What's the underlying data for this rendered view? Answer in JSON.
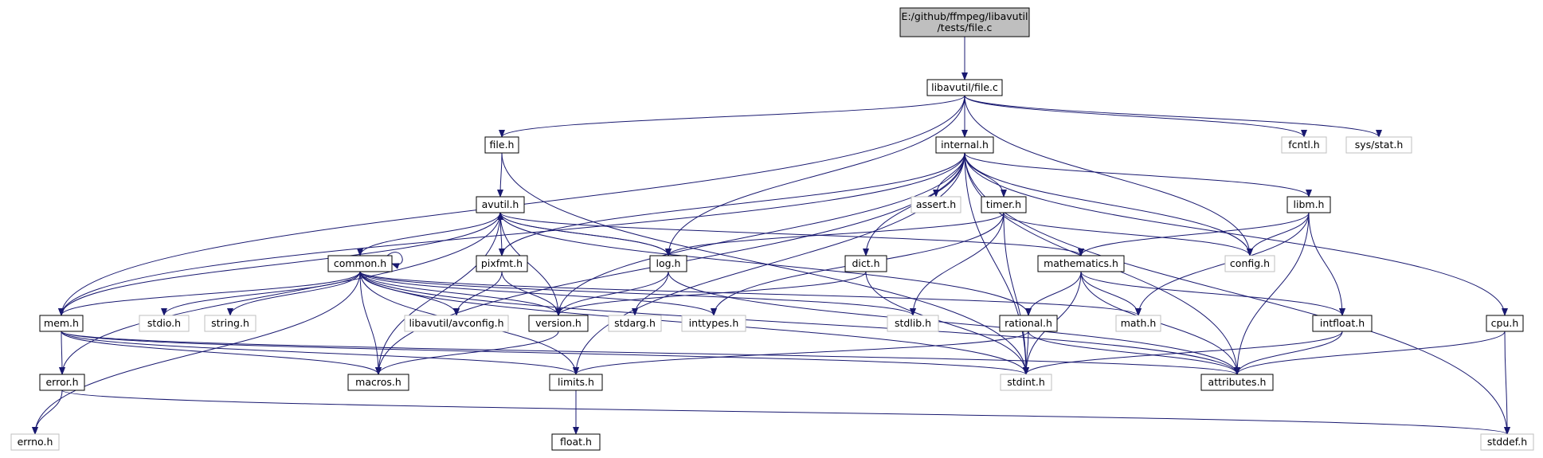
{
  "nodes": [
    {
      "id": "root",
      "label": "E:/github/ffmpeg/libavutil\n/tests/file.c",
      "style": "root"
    },
    {
      "id": "libavutil_file_c",
      "label": "libavutil/file.c",
      "style": "doc"
    },
    {
      "id": "file_h",
      "label": "file.h",
      "style": "doc"
    },
    {
      "id": "internal_h",
      "label": "internal.h",
      "style": "doc"
    },
    {
      "id": "fcntl_h",
      "label": "fcntl.h",
      "style": "sys"
    },
    {
      "id": "sys_stat_h",
      "label": "sys/stat.h",
      "style": "sys"
    },
    {
      "id": "avutil_h",
      "label": "avutil.h",
      "style": "doc"
    },
    {
      "id": "assert_h",
      "label": "assert.h",
      "style": "sys"
    },
    {
      "id": "timer_h",
      "label": "timer.h",
      "style": "doc"
    },
    {
      "id": "libm_h",
      "label": "libm.h",
      "style": "doc"
    },
    {
      "id": "common_h",
      "label": "common.h",
      "style": "doc"
    },
    {
      "id": "pixfmt_h",
      "label": "pixfmt.h",
      "style": "doc"
    },
    {
      "id": "log_h",
      "label": "log.h",
      "style": "doc"
    },
    {
      "id": "dict_h",
      "label": "dict.h",
      "style": "doc"
    },
    {
      "id": "mathematics_h",
      "label": "mathematics.h",
      "style": "doc"
    },
    {
      "id": "config_h",
      "label": "config.h",
      "style": "sys"
    },
    {
      "id": "mem_h",
      "label": "mem.h",
      "style": "doc"
    },
    {
      "id": "stdio_h",
      "label": "stdio.h",
      "style": "sys"
    },
    {
      "id": "string_h",
      "label": "string.h",
      "style": "sys"
    },
    {
      "id": "avconfig_h",
      "label": "libavutil/avconfig.h",
      "style": "sys"
    },
    {
      "id": "version_h",
      "label": "version.h",
      "style": "doc"
    },
    {
      "id": "stdarg_h",
      "label": "stdarg.h",
      "style": "sys"
    },
    {
      "id": "inttypes_h",
      "label": "inttypes.h",
      "style": "sys"
    },
    {
      "id": "stdlib_h",
      "label": "stdlib.h",
      "style": "sys"
    },
    {
      "id": "rational_h",
      "label": "rational.h",
      "style": "doc"
    },
    {
      "id": "math_h",
      "label": "math.h",
      "style": "sys"
    },
    {
      "id": "intfloat_h",
      "label": "intfloat.h",
      "style": "doc"
    },
    {
      "id": "cpu_h",
      "label": "cpu.h",
      "style": "doc"
    },
    {
      "id": "error_h",
      "label": "error.h",
      "style": "doc"
    },
    {
      "id": "macros_h",
      "label": "macros.h",
      "style": "doc"
    },
    {
      "id": "limits_h",
      "label": "limits.h",
      "style": "doc"
    },
    {
      "id": "stdint_h",
      "label": "stdint.h",
      "style": "sys"
    },
    {
      "id": "attributes_h",
      "label": "attributes.h",
      "style": "doc"
    },
    {
      "id": "errno_h",
      "label": "errno.h",
      "style": "sys"
    },
    {
      "id": "float_h",
      "label": "float.h",
      "style": "doc"
    },
    {
      "id": "stddef_h",
      "label": "stddef.h",
      "style": "sys"
    }
  ],
  "edges": [
    [
      "root",
      "libavutil_file_c"
    ],
    [
      "libavutil_file_c",
      "file_h"
    ],
    [
      "libavutil_file_c",
      "internal_h"
    ],
    [
      "libavutil_file_c",
      "fcntl_h"
    ],
    [
      "libavutil_file_c",
      "sys_stat_h"
    ],
    [
      "libavutil_file_c",
      "mem_h"
    ],
    [
      "libavutil_file_c",
      "log_h"
    ],
    [
      "libavutil_file_c",
      "config_h"
    ],
    [
      "file_h",
      "avutil_h"
    ],
    [
      "file_h",
      "stdint_h"
    ],
    [
      "internal_h",
      "assert_h"
    ],
    [
      "internal_h",
      "timer_h"
    ],
    [
      "internal_h",
      "libm_h"
    ],
    [
      "internal_h",
      "dict_h"
    ],
    [
      "internal_h",
      "pixfmt_h"
    ],
    [
      "internal_h",
      "version_h"
    ],
    [
      "internal_h",
      "mem_h"
    ],
    [
      "internal_h",
      "config_h"
    ],
    [
      "internal_h",
      "cpu_h"
    ],
    [
      "internal_h",
      "attributes_h"
    ],
    [
      "internal_h",
      "stddef_h"
    ],
    [
      "internal_h",
      "limits_h"
    ],
    [
      "internal_h",
      "stdint_h"
    ],
    [
      "internal_h",
      "macros_h"
    ],
    [
      "avutil_h",
      "common_h"
    ],
    [
      "avutil_h",
      "pixfmt_h"
    ],
    [
      "avutil_h",
      "log_h"
    ],
    [
      "avutil_h",
      "version_h"
    ],
    [
      "avutil_h",
      "mathematics_h"
    ],
    [
      "avutil_h",
      "rational_h"
    ],
    [
      "avutil_h",
      "error_h"
    ],
    [
      "avutil_h",
      "macros_h"
    ],
    [
      "avutil_h",
      "mem_h"
    ],
    [
      "common_h",
      "common_h"
    ],
    [
      "common_h",
      "mem_h"
    ],
    [
      "common_h",
      "stdio_h"
    ],
    [
      "common_h",
      "string_h"
    ],
    [
      "common_h",
      "avconfig_h"
    ],
    [
      "common_h",
      "version_h"
    ],
    [
      "common_h",
      "inttypes_h"
    ],
    [
      "common_h",
      "stdlib_h"
    ],
    [
      "common_h",
      "math_h"
    ],
    [
      "common_h",
      "attributes_h"
    ],
    [
      "common_h",
      "macros_h"
    ],
    [
      "common_h",
      "limits_h"
    ],
    [
      "common_h",
      "stdint_h"
    ],
    [
      "common_h",
      "errno_h"
    ],
    [
      "pixfmt_h",
      "avconfig_h"
    ],
    [
      "pixfmt_h",
      "version_h"
    ],
    [
      "log_h",
      "avutil_h"
    ],
    [
      "log_h",
      "version_h"
    ],
    [
      "log_h",
      "stdarg_h"
    ],
    [
      "log_h",
      "attributes_h"
    ],
    [
      "timer_h",
      "log_h"
    ],
    [
      "timer_h",
      "config_h"
    ],
    [
      "timer_h",
      "inttypes_h"
    ],
    [
      "timer_h",
      "stdlib_h"
    ],
    [
      "timer_h",
      "stdint_h"
    ],
    [
      "dict_h",
      "version_h"
    ],
    [
      "dict_h",
      "stdint_h"
    ],
    [
      "libm_h",
      "mathematics_h"
    ],
    [
      "libm_h",
      "config_h"
    ],
    [
      "libm_h",
      "math_h"
    ],
    [
      "libm_h",
      "intfloat_h"
    ],
    [
      "libm_h",
      "attributes_h"
    ],
    [
      "mathematics_h",
      "rational_h"
    ],
    [
      "mathematics_h",
      "math_h"
    ],
    [
      "mathematics_h",
      "intfloat_h"
    ],
    [
      "mathematics_h",
      "attributes_h"
    ],
    [
      "mathematics_h",
      "stdint_h"
    ],
    [
      "rational_h",
      "stdint_h"
    ],
    [
      "rational_h",
      "limits_h"
    ],
    [
      "rational_h",
      "attributes_h"
    ],
    [
      "intfloat_h",
      "stdint_h"
    ],
    [
      "intfloat_h",
      "attributes_h"
    ],
    [
      "cpu_h",
      "attributes_h"
    ],
    [
      "cpu_h",
      "stddef_h"
    ],
    [
      "mem_h",
      "error_h"
    ],
    [
      "mem_h",
      "limits_h"
    ],
    [
      "mem_h",
      "stdint_h"
    ],
    [
      "mem_h",
      "attributes_h"
    ],
    [
      "mem_h",
      "macros_h"
    ],
    [
      "error_h",
      "errno_h"
    ],
    [
      "error_h",
      "stddef_h"
    ],
    [
      "version_h",
      "macros_h"
    ],
    [
      "limits_h",
      "float_h"
    ]
  ],
  "colors": {
    "edge": "#191970",
    "doc_border": "#000000",
    "sys_border": "#bfbfbf",
    "root_fill": "#bfbfbf",
    "node_fill": "#ffffff",
    "text": "#000000"
  }
}
